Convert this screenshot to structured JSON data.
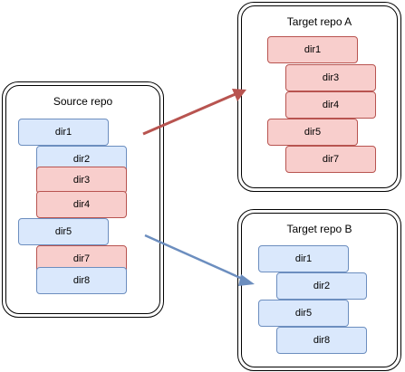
{
  "source_repo": {
    "title": "Source repo",
    "dirs": [
      "dir1",
      "dir2",
      "dir3",
      "dir4",
      "dir5",
      "dir7",
      "dir8"
    ]
  },
  "target_repo_a": {
    "title": "Target repo A",
    "dirs": [
      "dir1",
      "dir3",
      "dir4",
      "dir5",
      "dir7"
    ]
  },
  "target_repo_b": {
    "title": "Target repo B",
    "dirs": [
      "dir1",
      "dir2",
      "dir5",
      "dir8"
    ]
  },
  "colors": {
    "blue_fill": "#dae8fc",
    "blue_stroke": "#6c8ebf",
    "red_fill": "#f8cecc",
    "red_stroke": "#b85450",
    "arrow_red": "#b85450",
    "arrow_blue": "#6c8ebf"
  }
}
